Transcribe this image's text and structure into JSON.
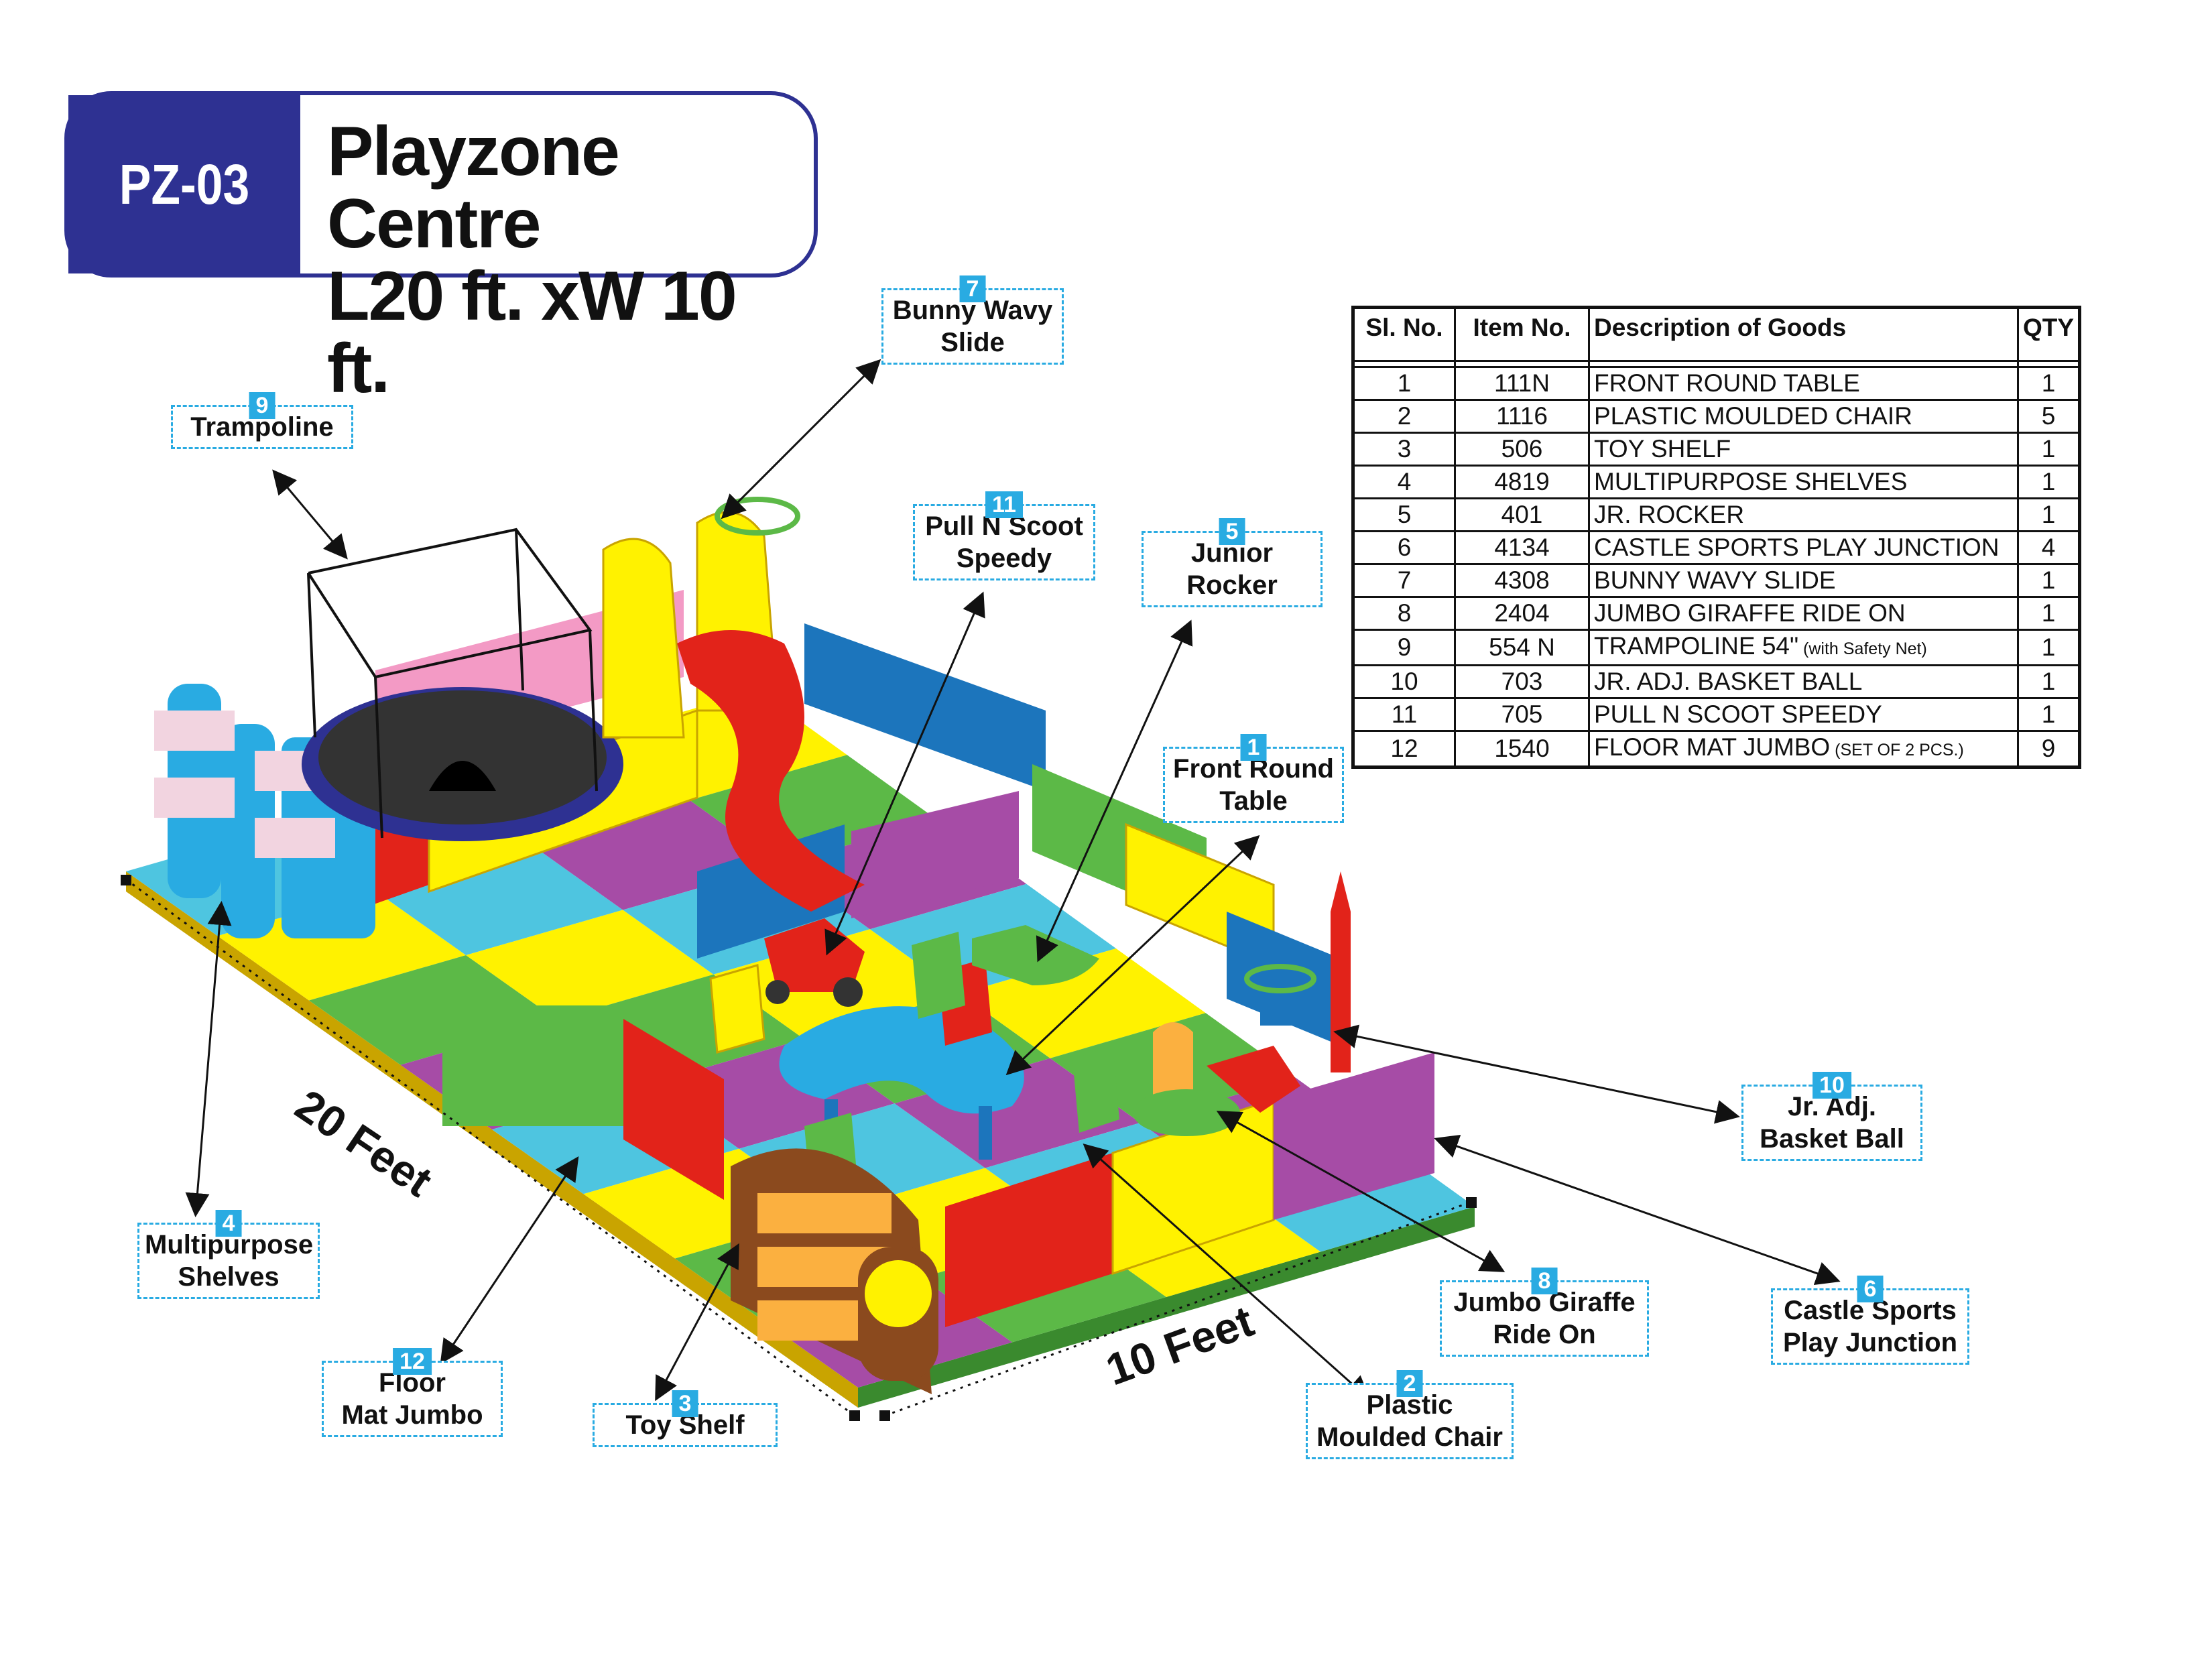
{
  "header": {
    "code": "PZ-03",
    "title_line1": "Playzone Centre",
    "title_line2": "L20 ft. xW 10 ft."
  },
  "table": {
    "headers": [
      "Sl. No.",
      "Item No.",
      "Description of Goods",
      "QTY"
    ],
    "rows": [
      {
        "sl": "1",
        "item": "111N",
        "desc": "FRONT ROUND TABLE",
        "note": "",
        "qty": "1"
      },
      {
        "sl": "2",
        "item": "1116",
        "desc": "PLASTIC MOULDED CHAIR",
        "note": "",
        "qty": "5"
      },
      {
        "sl": "3",
        "item": "506",
        "desc": "TOY SHELF",
        "note": "",
        "qty": "1"
      },
      {
        "sl": "4",
        "item": "4819",
        "desc": "MULTIPURPOSE SHELVES",
        "note": "",
        "qty": "1"
      },
      {
        "sl": "5",
        "item": "401",
        "desc": "JR. ROCKER",
        "note": "",
        "qty": "1"
      },
      {
        "sl": "6",
        "item": "4134",
        "desc": "CASTLE SPORTS PLAY JUNCTION",
        "note": "",
        "qty": "4"
      },
      {
        "sl": "7",
        "item": "4308",
        "desc": "BUNNY WAVY SLIDE",
        "note": "",
        "qty": "1"
      },
      {
        "sl": "8",
        "item": "2404",
        "desc": "JUMBO GIRAFFE RIDE ON",
        "note": "",
        "qty": "1"
      },
      {
        "sl": "9",
        "item": "554 N",
        "desc": "TRAMPOLINE 54\"",
        "note": "(with Safety Net)",
        "qty": "1"
      },
      {
        "sl": "10",
        "item": "703",
        "desc": "JR. ADJ. BASKET BALL",
        "note": "",
        "qty": "1"
      },
      {
        "sl": "11",
        "item": "705",
        "desc": "PULL N SCOOT SPEEDY",
        "note": "",
        "qty": "1"
      },
      {
        "sl": "12",
        "item": "1540",
        "desc": "FLOOR MAT JUMBO",
        "note": "(SET OF 2 PCS.)",
        "qty": "9"
      }
    ]
  },
  "callouts": {
    "c1": {
      "num": "1",
      "line1": "Front Round",
      "line2": "Table"
    },
    "c2": {
      "num": "2",
      "line1": "Plastic",
      "line2": "Moulded Chair"
    },
    "c3": {
      "num": "3",
      "line1": "Toy Shelf",
      "line2": ""
    },
    "c4": {
      "num": "4",
      "line1": "Multipurpose",
      "line2": "Shelves"
    },
    "c5": {
      "num": "5",
      "line1": "Junior",
      "line2": "Rocker"
    },
    "c6": {
      "num": "6",
      "line1": "Castle Sports",
      "line2": "Play Junction"
    },
    "c7": {
      "num": "7",
      "line1": "Bunny Wavy",
      "line2": "Slide"
    },
    "c8": {
      "num": "8",
      "line1": "Jumbo Giraffe",
      "line2": "Ride On"
    },
    "c9": {
      "num": "9",
      "line1": "Trampoline",
      "line2": ""
    },
    "c10": {
      "num": "10",
      "line1": "Jr. Adj.",
      "line2": "Basket Ball"
    },
    "c11": {
      "num": "11",
      "line1": "Pull N Scoot",
      "line2": "Speedy"
    },
    "c12": {
      "num": "12",
      "line1": "Floor",
      "line2": "Mat Jumbo"
    }
  },
  "dimensions": {
    "length": "20 Feet",
    "width": "10 Feet"
  },
  "colors": {
    "brand_blue": "#2e3192",
    "callout_border": "#29abe2",
    "mat_green": "#5cb947",
    "mat_purple": "#a64ca6",
    "mat_cyan": "#4ec5e0",
    "mat_yellow": "#fff200",
    "fence_red": "#e2231a",
    "fence_blue": "#1c75bc"
  }
}
